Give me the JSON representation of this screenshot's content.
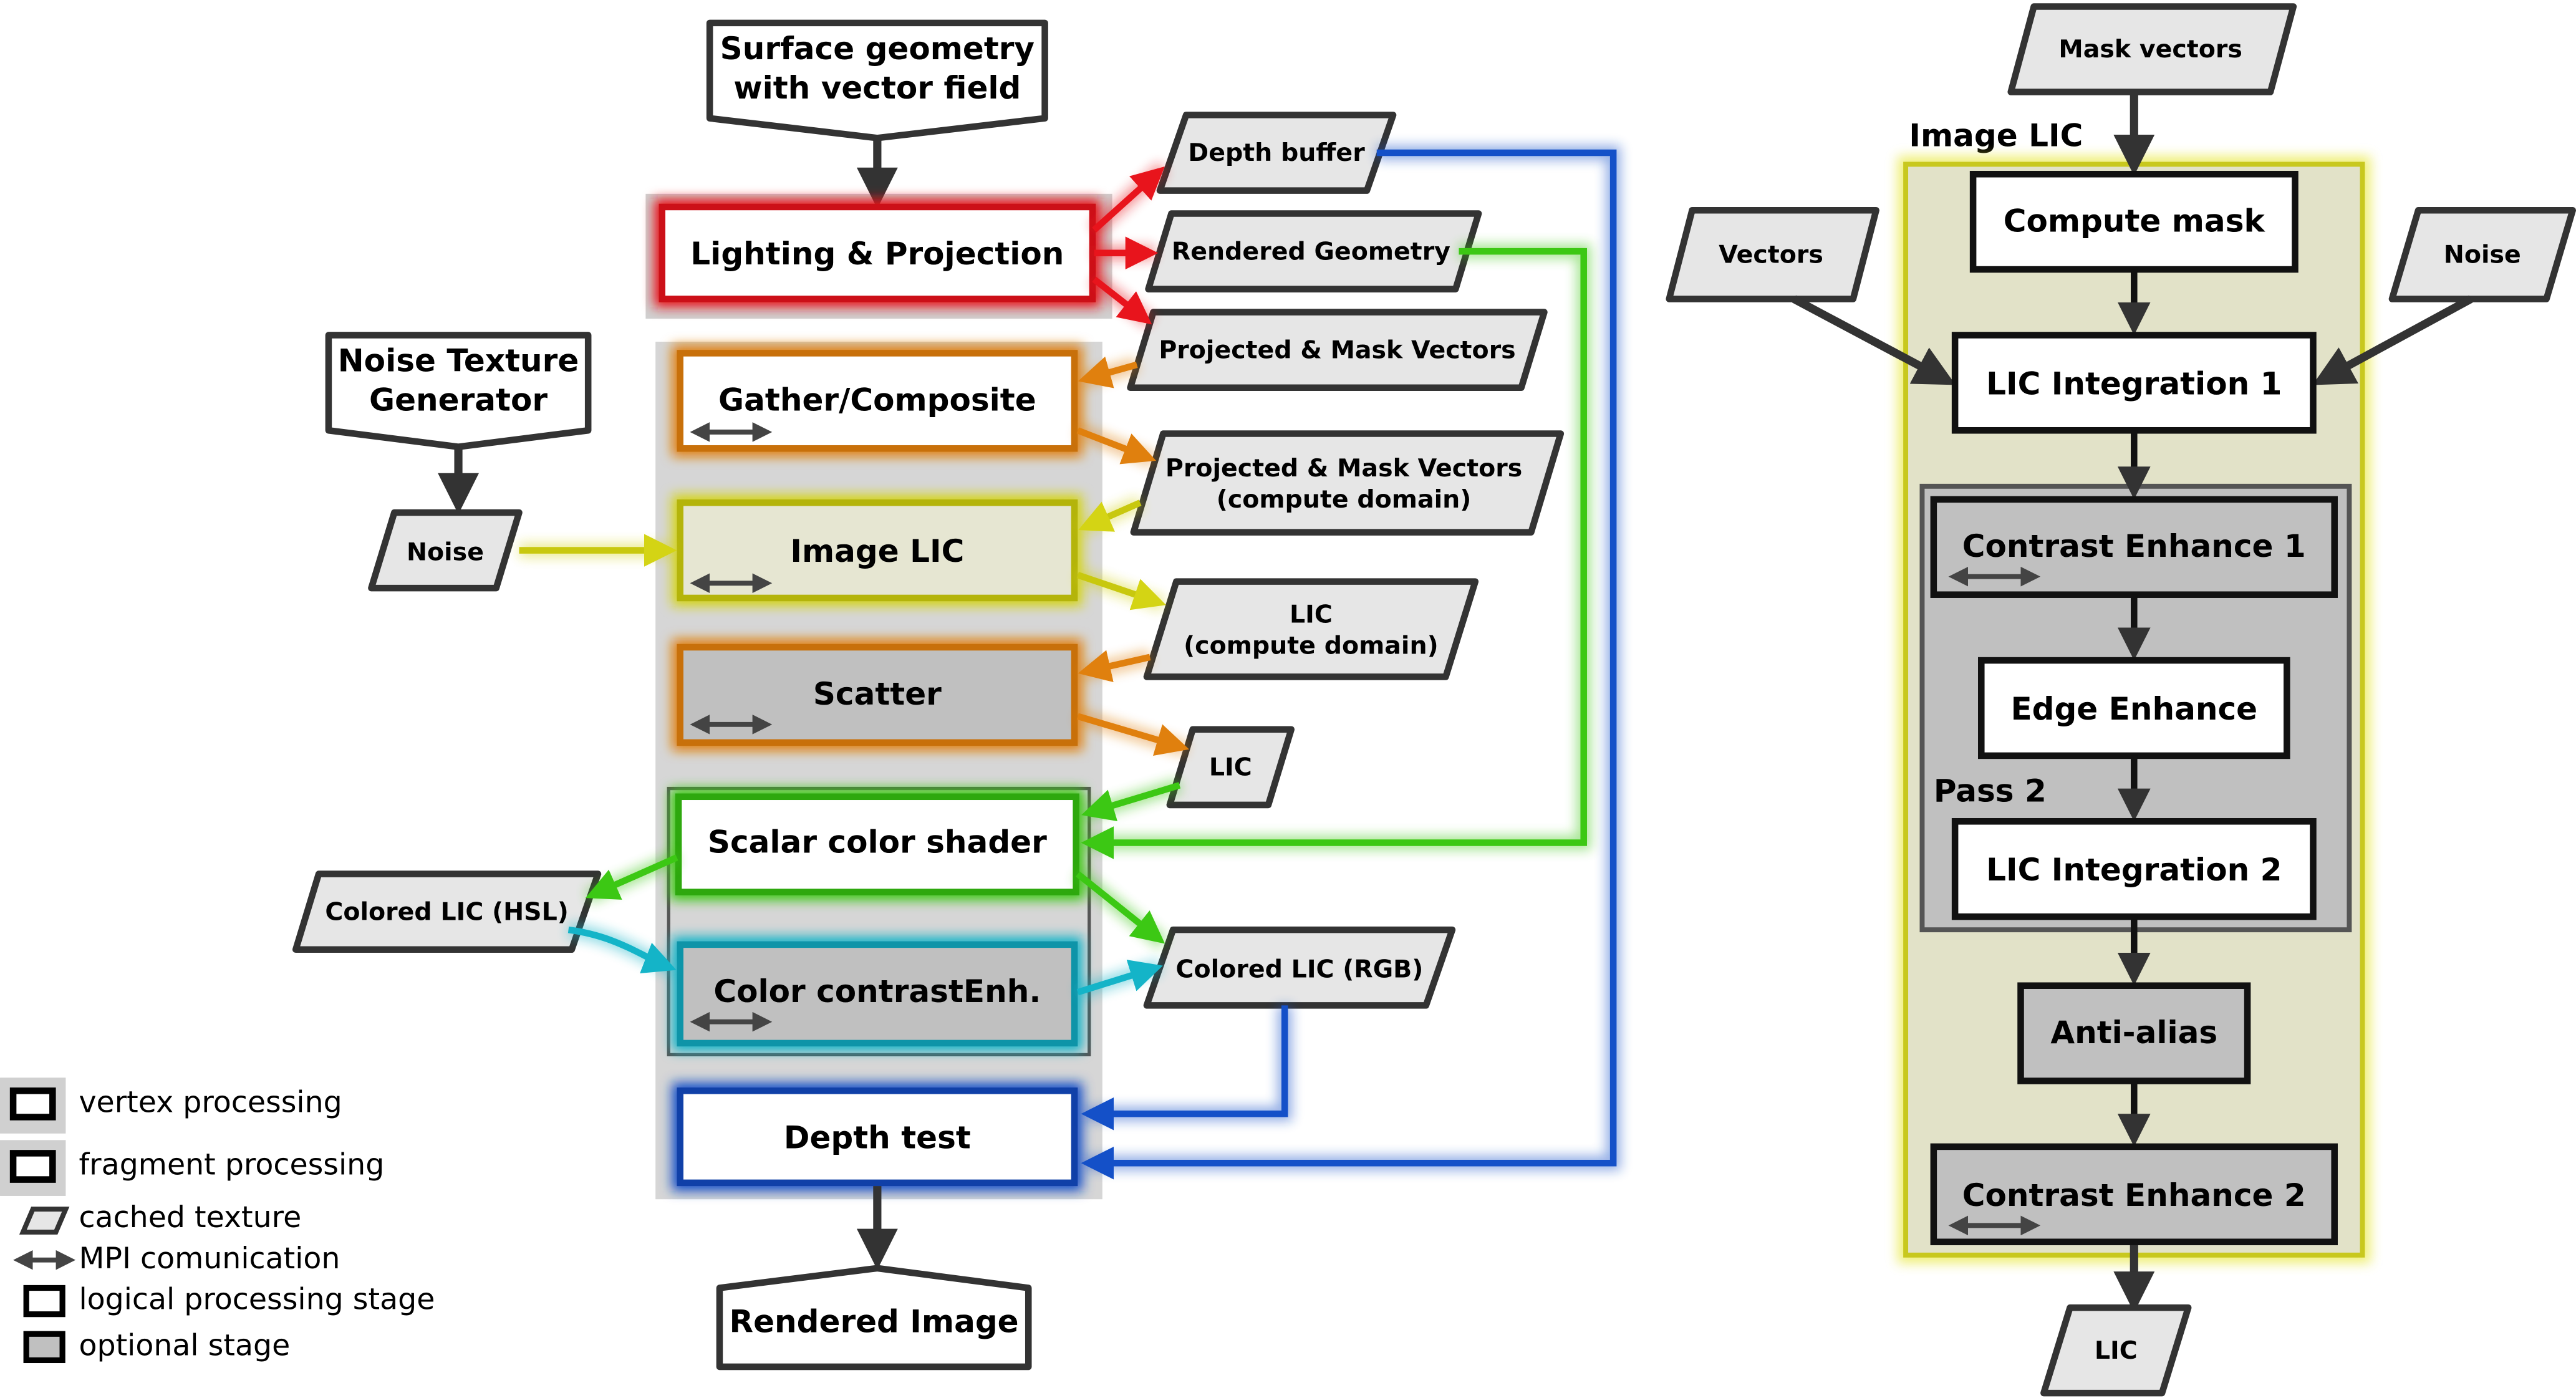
{
  "colors": {
    "red": "#e8141c",
    "orange": "#e0800e",
    "yellow": "#d4d414",
    "green": "#3cc814",
    "cyan": "#14b4c8",
    "blue": "#1450c8",
    "box_dark": "#333333",
    "param_fill": "#e6e6e6",
    "optional_fill": "#c0c0c0",
    "lic_fill": "#e6e6d2",
    "group_fill": "#d6d6d6",
    "right_lic_fill": "#e2e2c8"
  },
  "pipeline": {
    "surface_geometry": [
      "Surface geometry",
      "with vector field"
    ],
    "lighting_projection": "Lighting & Projection",
    "noise_generator": [
      "Noise Texture",
      "Generator"
    ],
    "noise": "Noise",
    "gather_composite": "Gather/Composite",
    "image_lic": "Image LIC",
    "scatter": "Scatter",
    "scalar_color_shader": "Scalar color shader",
    "color_contrast": "Color contrastEnh.",
    "depth_test": "Depth test",
    "rendered_image": "Rendered Image",
    "depth_buffer": "Depth buffer",
    "rendered_geometry": "Rendered Geometry",
    "projected_mask_vectors": "Projected & Mask Vectors",
    "projected_mask_vectors_cd": [
      "Projected & Mask Vectors",
      "(compute domain)"
    ],
    "lic_cd": [
      "LIC",
      "(compute domain)"
    ],
    "lic": "LIC",
    "colored_lic_hsl": "Colored LIC (HSL)",
    "colored_lic_rgb": "Colored LIC (RGB)"
  },
  "image_lic_detail": {
    "title": "Image LIC",
    "mask_vectors": "Mask vectors",
    "vectors": "Vectors",
    "noise": "Noise",
    "compute_mask": "Compute mask",
    "lic_integration_1": "LIC Integration 1",
    "contrast_enhance_1": "Contrast Enhance 1",
    "edge_enhance": "Edge Enhance",
    "pass_2": "Pass 2",
    "lic_integration_2": "LIC Integration 2",
    "anti_alias": "Anti-alias",
    "contrast_enhance_2": "Contrast Enhance 2",
    "lic_out": "LIC"
  },
  "legend": {
    "vertex": "vertex processing",
    "fragment": "fragment processing",
    "cached": "cached texture",
    "mpi": "MPI comunication",
    "logical": "logical processing stage",
    "optional": "optional stage"
  }
}
